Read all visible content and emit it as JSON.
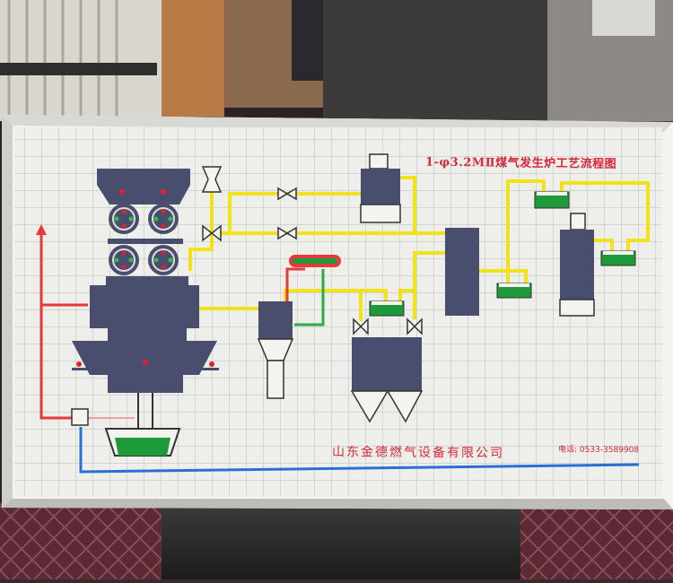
{
  "board": {
    "title": "1-φ3.2MⅡ煤气发生炉工艺流程图",
    "company": "山东金德燃气设备有限公司",
    "phone": "电话: 0533-3589908"
  },
  "colors": {
    "equipment": "#4a4e6e",
    "gas_line": "#f2e21a",
    "air_line": "#e53a3a",
    "water_line": "#2a6fd6",
    "green_line": "#2ea94a",
    "seal_tank": "#1e9a3a",
    "indicator_lamp": "#e0202a"
  }
}
